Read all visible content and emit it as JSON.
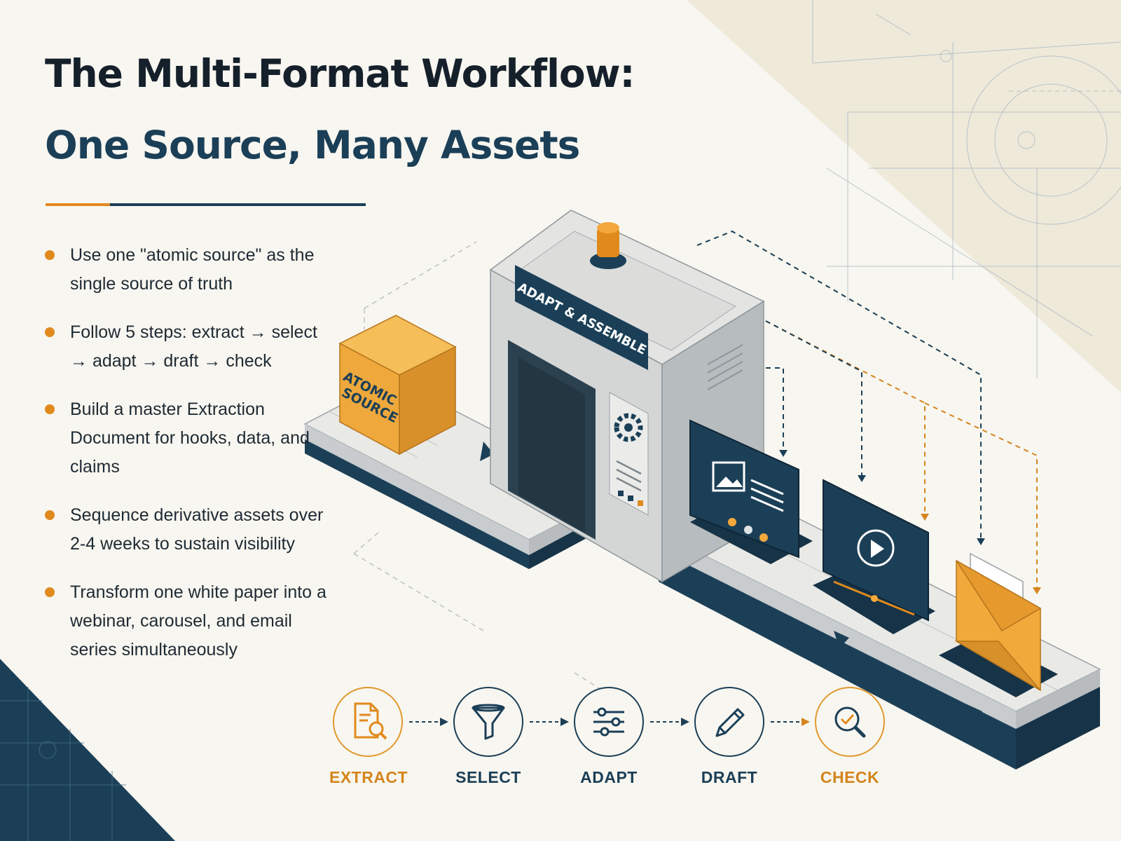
{
  "header": {
    "title": "The Multi-Format Workflow:",
    "subtitle": "One Source, Many Assets"
  },
  "bullets": [
    "Use one \"atomic source\" as the single source of truth",
    "Follow 5 steps: extract → select → adapt → draft → check",
    "Build a master Extraction Document for hooks, data, and claims",
    "Sequence derivative assets over 2-4 weeks to sustain visibility",
    "Transform one white paper into a webinar, carousel, and email series simultaneously"
  ],
  "machine": {
    "sign": "ADAPT & ASSEMBLE",
    "source_line1": "ATOMIC",
    "source_line2": "SOURCE"
  },
  "assets": [
    "article-card-icon",
    "video-player-icon",
    "email-envelope-icon"
  ],
  "steps": [
    {
      "label": "EXTRACT",
      "icon": "document-magnifier-icon",
      "accent": true
    },
    {
      "label": "SELECT",
      "icon": "funnel-icon",
      "accent": false
    },
    {
      "label": "ADAPT",
      "icon": "sliders-icon",
      "accent": false
    },
    {
      "label": "DRAFT",
      "icon": "pencil-icon",
      "accent": false
    },
    {
      "label": "CHECK",
      "icon": "magnifier-check-icon",
      "accent": true
    }
  ],
  "colors": {
    "navy": "#1b3f57",
    "dark_text": "#15202b",
    "orange": "#e08a1e",
    "box_orange": "#f2a93b",
    "background": "#f8f6f0",
    "cream": "#efe9da"
  }
}
